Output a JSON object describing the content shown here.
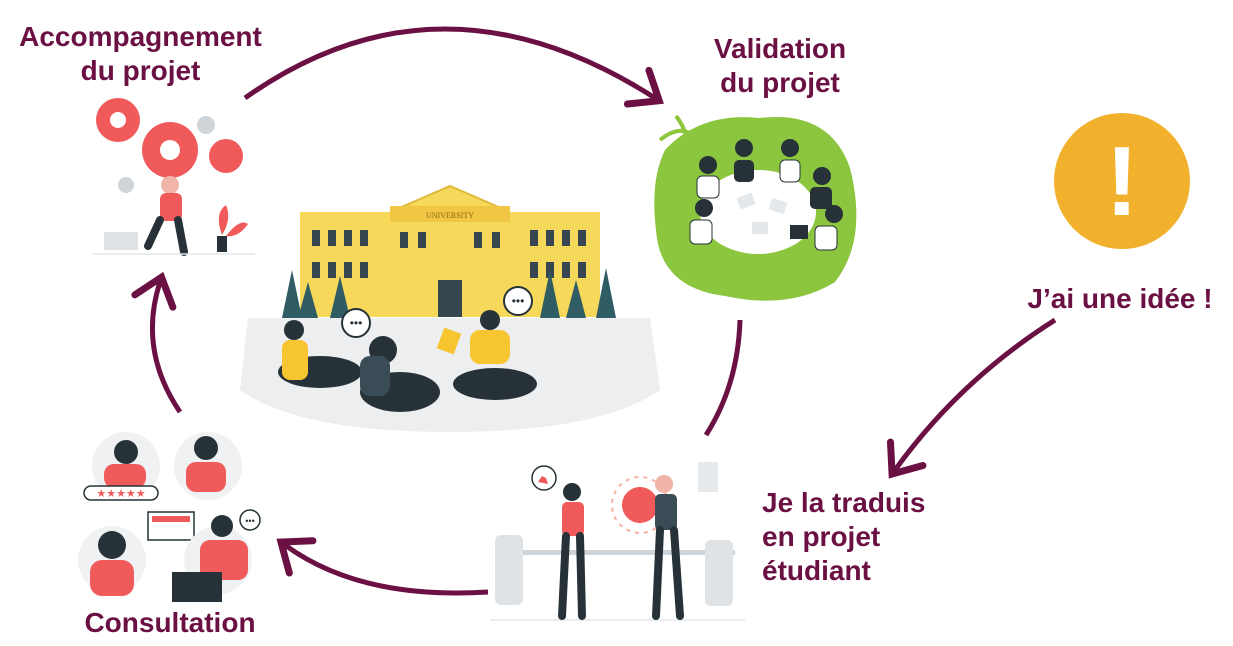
{
  "steps": {
    "accompagnement": "Accompagnement\ndu projet",
    "validation": "Validation\ndu projet",
    "idee": "J’ai une idée !",
    "traduis": "Je la traduis\nen projet\nétudiant",
    "consultation": "Consultation"
  },
  "university_sign": "UNIVERSITY",
  "alert_symbol": "!",
  "colors": {
    "primary": "#6b1043",
    "alert": "#f2b12d",
    "building": "#f6d85a",
    "green": "#8cc63f",
    "coral": "#f15a5a",
    "dark": "#263238"
  },
  "icons": [
    "gears-illustration",
    "meeting-table-illustration",
    "university-illustration",
    "exclamation-icon",
    "idea-bulb-illustration",
    "consultation-illustration"
  ]
}
